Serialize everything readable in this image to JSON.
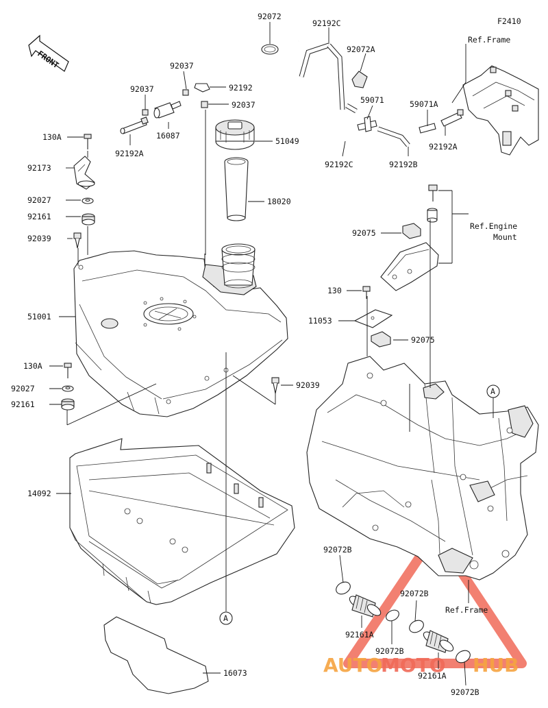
{
  "diagram_code": "F2410",
  "front_label": "FRONT",
  "ref_frame_top": "Ref.Frame",
  "ref_engine_mount_line1": "Ref.Engine",
  "ref_engine_mount_line2": "Mount",
  "ref_frame_bottom": "Ref.Frame",
  "marker_a": "A",
  "watermark": {
    "auto": "AUTO",
    "moto": "MOTO",
    "hub": "HUB",
    "color_red": "#e53935",
    "color_orange": "#f6a441"
  },
  "parts": {
    "p92072_top": "92072",
    "p92192C_top": "92192C",
    "p92072A": "92072A",
    "p59071": "59071",
    "p59071A": "59071A",
    "p92192A_right": "92192A",
    "p92192C_mid": "92192C",
    "p92192B": "92192B",
    "p92037_a": "92037",
    "p92037_b": "92037",
    "p92192": "92192",
    "p92037_c": "92037",
    "p16087": "16087",
    "p92192A_left": "92192A",
    "p51049": "51049",
    "p18020": "18020",
    "p130A_top": "130A",
    "p92173": "92173",
    "p92027_top": "92027",
    "p92161_top": "92161",
    "p92039_left": "92039",
    "p51001": "51001",
    "p130A_low": "130A",
    "p92027_low": "92027",
    "p92161_low": "92161",
    "p92039_right": "92039",
    "p92075_top": "92075",
    "p130": "130",
    "p11053": "11053",
    "p92075_low": "92075",
    "p14092": "14092",
    "p16073": "16073",
    "p92072B_a": "92072B",
    "p92161A_a": "92161A",
    "p92072B_b": "92072B",
    "p92072B_c": "92072B",
    "p92161A_b": "92161A",
    "p92072B_d": "92072B"
  }
}
